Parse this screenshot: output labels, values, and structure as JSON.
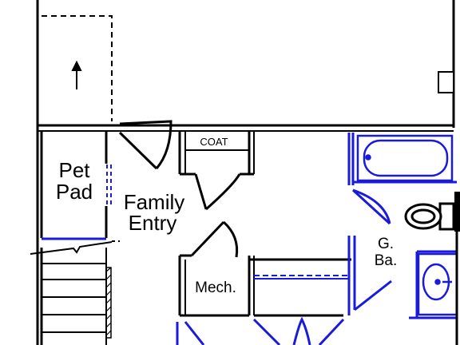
{
  "colors": {
    "wall": "#000000",
    "fixture": "#1a1adc",
    "background": "#ffffff"
  },
  "rooms": {
    "pet_pad": {
      "line1": "Pet",
      "line2": "Pad"
    },
    "family_entry": {
      "line1": "Family",
      "line2": "Entry"
    },
    "coat": {
      "label": "COAT"
    },
    "mech": {
      "label": "Mech."
    },
    "guest_bath": {
      "line1": "G.",
      "line2": "Ba."
    }
  },
  "icons": [
    "up-arrow-icon",
    "door-swing-icon",
    "bathtub-icon",
    "toilet-icon",
    "sink-icon",
    "stair-icon"
  ]
}
